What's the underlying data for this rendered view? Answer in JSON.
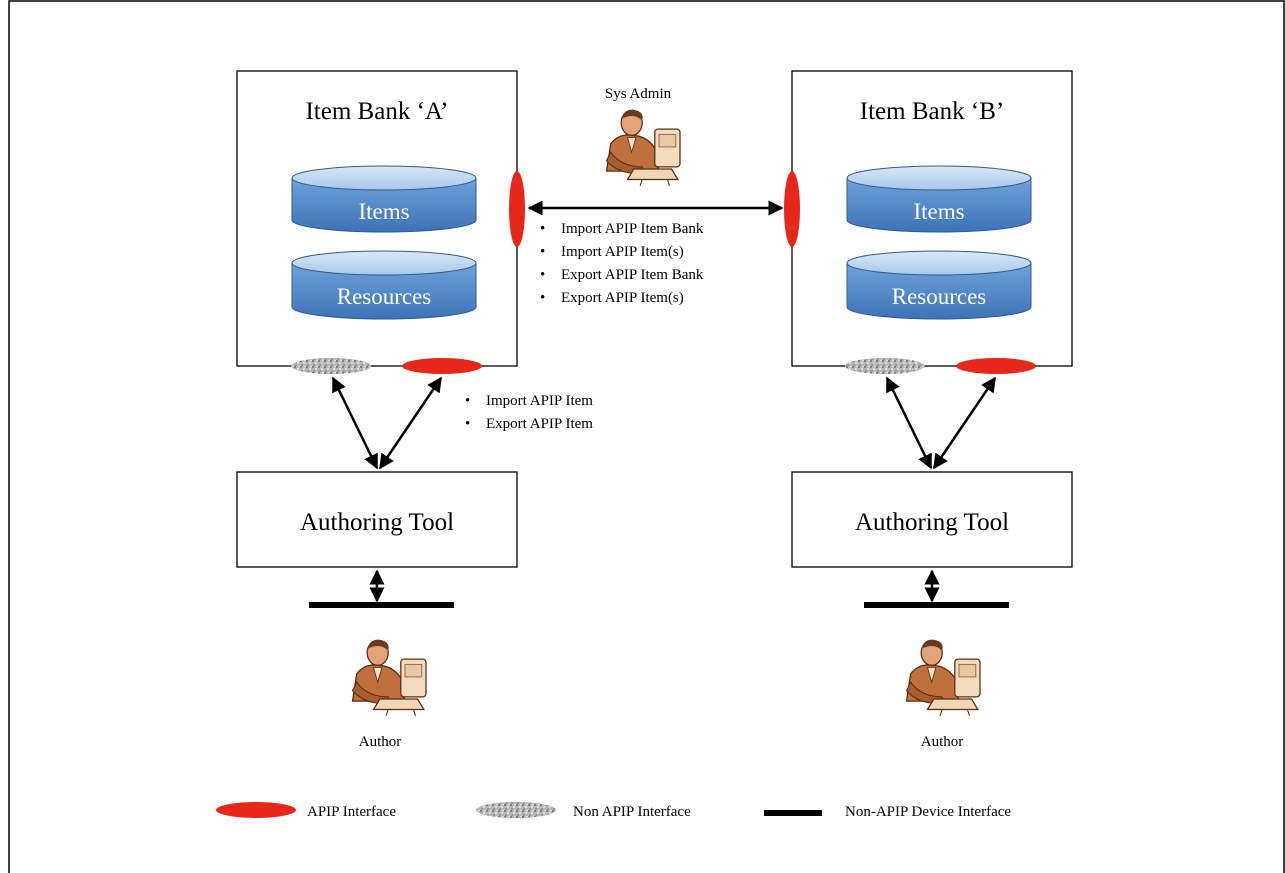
{
  "bank_a": {
    "title": "Item Bank ‘A’",
    "items_label": "Items",
    "resources_label": "Resources"
  },
  "bank_b": {
    "title": "Item Bank ‘B’",
    "items_label": "Items",
    "resources_label": "Resources"
  },
  "sys_admin": {
    "label": "Sys Admin"
  },
  "exchange_bullets": [
    "Import APIP Item Bank",
    "Import APIP Item(s)",
    "Export APIP Item Bank",
    "Export APIP Item(s)"
  ],
  "authoring_bullets": [
    "Import APIP Item",
    "Export APIP Item"
  ],
  "tool_a": {
    "label": "Authoring Tool"
  },
  "tool_b": {
    "label": "Authoring Tool"
  },
  "author_a": {
    "label": "Author"
  },
  "author_b": {
    "label": "Author"
  },
  "legend": {
    "apip": "APIP Interface",
    "non_apip": "Non APIP Interface",
    "device": "Non-APIP Device Interface"
  },
  "colors": {
    "apip_interface": "#e8271b",
    "cylinder_fill": "#5a8fd0",
    "cylinder_top": "#bcd5ef",
    "non_apip": "#9a9a9a"
  }
}
